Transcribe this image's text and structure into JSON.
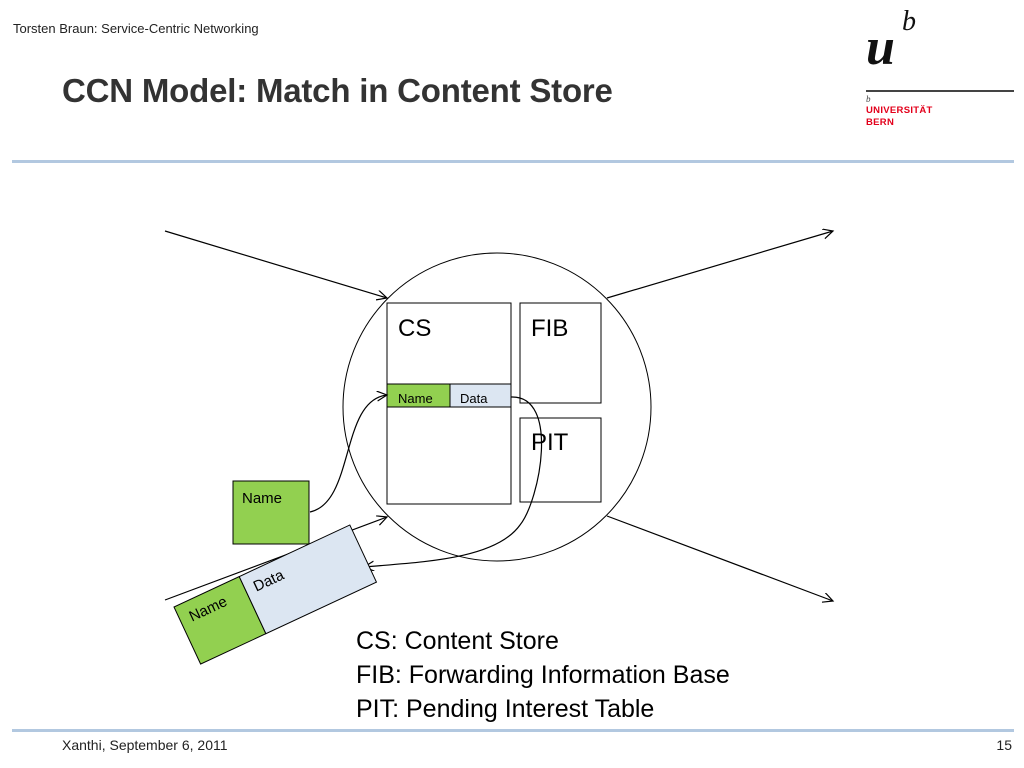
{
  "header": {
    "author_line": "Torsten Braun: Service-Centric Networking",
    "title": "CCN Model: Match in Content Store"
  },
  "logo": {
    "u": "u",
    "b": "b",
    "small_b": "b",
    "university": "UNIVERSITÄT",
    "city": "BERN",
    "brand_color": "#e3001b"
  },
  "diagram": {
    "cs_label": "CS",
    "fib_label": "FIB",
    "pit_label": "PIT",
    "cs_entry_name": "Name",
    "cs_entry_data": "Data",
    "interest_packet_label": "Name",
    "data_packet_name": "Name",
    "data_packet_data": "Data",
    "colors": {
      "name_green": "#92d050",
      "data_blue": "#dce6f2",
      "rule_blue": "#b2c8e0"
    }
  },
  "legend": [
    "CS: Content Store",
    "FIB: Forwarding Information Base",
    "PIT: Pending Interest Table"
  ],
  "footer": {
    "left": "Xanthi, September 6, 2011",
    "page_number": "15"
  }
}
